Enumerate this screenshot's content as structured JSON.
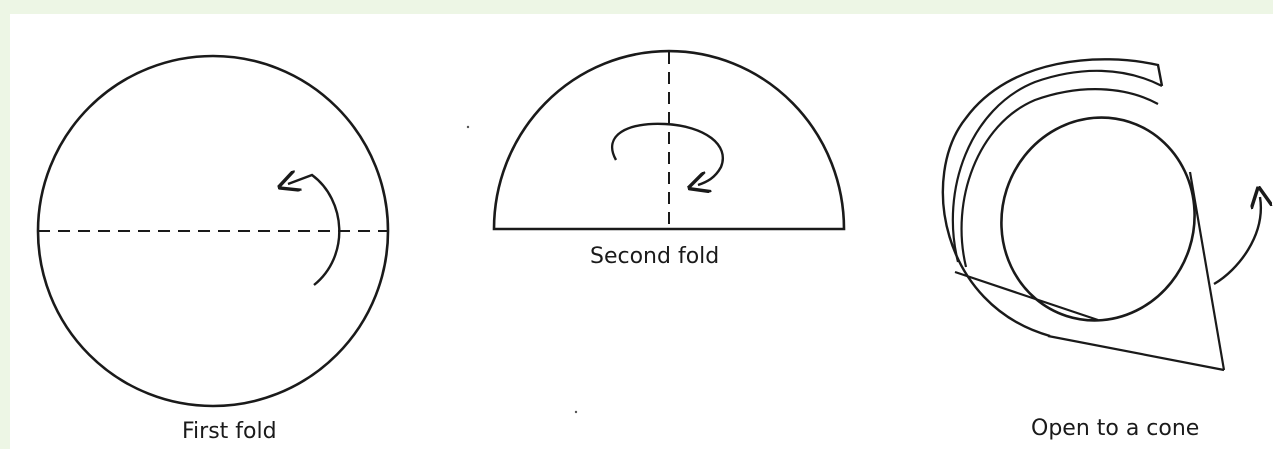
{
  "figure": {
    "panels": [
      {
        "id": "first",
        "caption": "First fold"
      },
      {
        "id": "second",
        "caption": "Second fold"
      },
      {
        "id": "cone",
        "caption": "Open to a cone"
      }
    ]
  },
  "colors": {
    "page_border": "#edf6e5",
    "background": "#ffffff",
    "ink": "#1a1a1a"
  }
}
